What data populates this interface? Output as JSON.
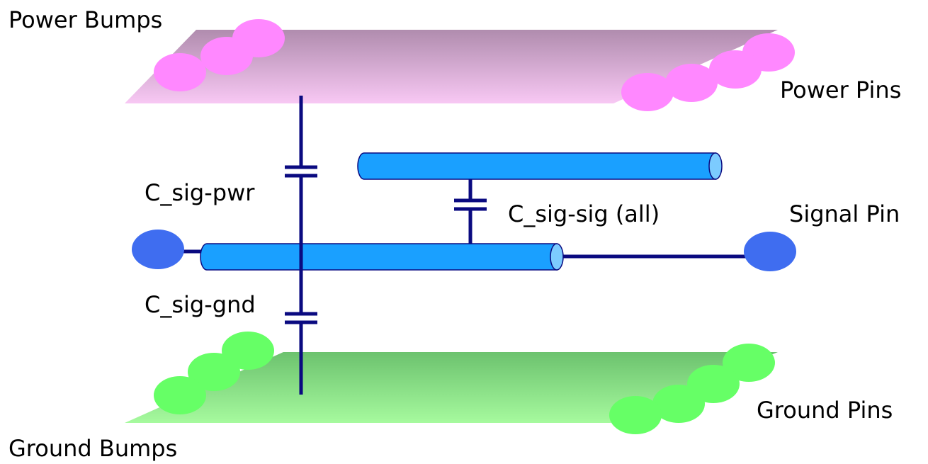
{
  "labels": {
    "power_bumps": "Power Bumps",
    "power_pins": "Power Pins",
    "c_sig_pwr": "C_sig-pwr",
    "c_sig_sig": "C_sig-sig (all)",
    "signal_pin": "Signal Pin",
    "c_sig_gnd": "C_sig-gnd",
    "ground_pins": "Ground Pins",
    "ground_bumps": "Ground Bumps"
  },
  "colors": {
    "power_plane_top": "#b08cae",
    "power_plane_bottom": "#f6c4f2",
    "power_bump": "#ff88ff",
    "ground_plane_top": "#6cc470",
    "ground_plane_bottom": "#a4f8a0",
    "ground_bump": "#66ff66",
    "wire": "#0a0a80",
    "trace": "#1aa0ff",
    "pin": "#3f6df0"
  }
}
